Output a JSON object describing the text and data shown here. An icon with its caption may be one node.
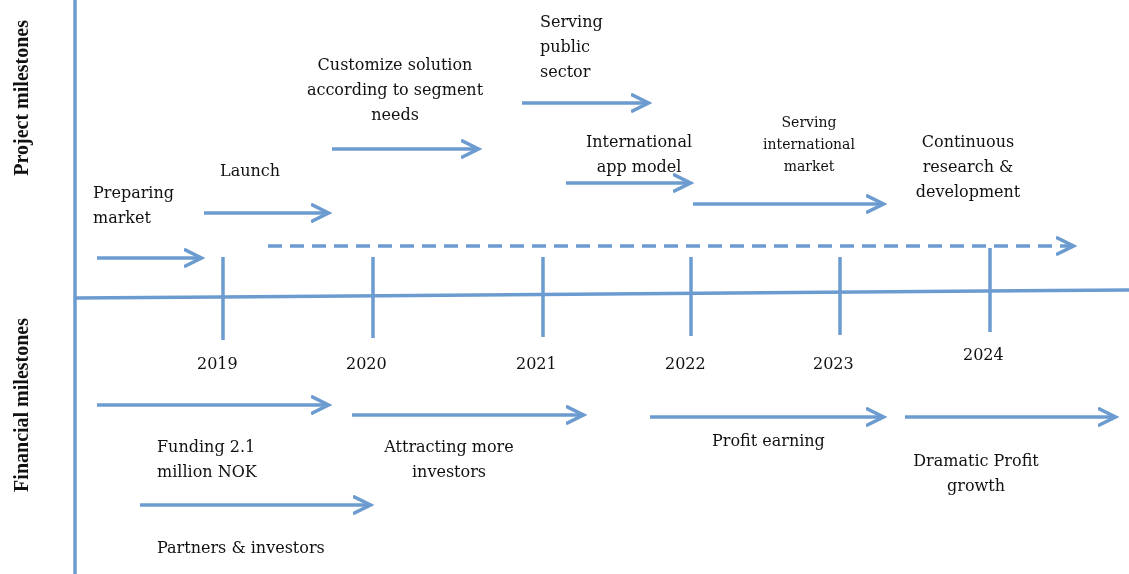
{
  "diagram": {
    "labels": [
      "Project milestones",
      "Serving public sector",
      "Customize solution according to segment needs",
      "International app model",
      "Serving international market",
      "Continuous research & development",
      "Launch",
      "Preparing market",
      "2019",
      "2020",
      "2021",
      "2022",
      "2023",
      "2024",
      "Financial milestones",
      "Funding 2.1 million NOK",
      "Attracting more investors",
      "Profit earning",
      "Dramatic Profit growth",
      "Partners & investors"
    ]
  }
}
